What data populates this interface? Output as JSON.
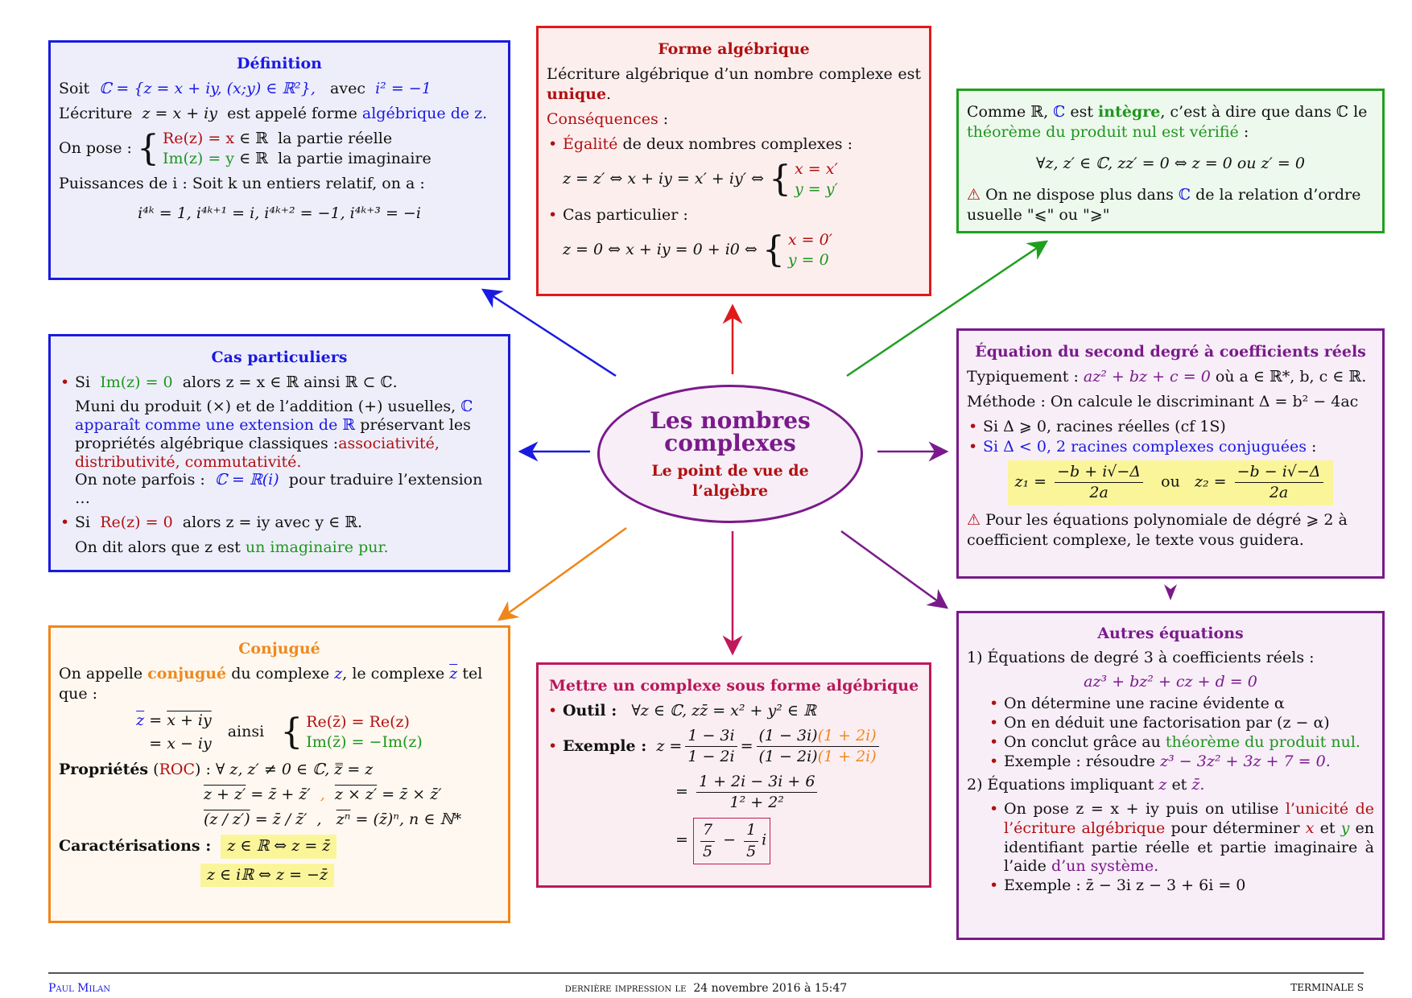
{
  "center": {
    "title_line1": "Les nombres",
    "title_line2": "complexes",
    "subtitle_line1": "Le point de vue de",
    "subtitle_line2": "l’algèbre"
  },
  "definition": {
    "title": "Définition",
    "line1_prefix": "Soit",
    "line1_set": "ℂ = {z = x + iy,  (x;y) ∈ ℝ²},",
    "line1_avec": "avec",
    "line1_i2": "i² = −1",
    "line2_prefix": "L’écriture",
    "line2_formula": "z = x + iy",
    "line2_text": "est appelé forme",
    "line2_link": "algébrique de z.",
    "on_pose": "On pose :",
    "re_formula": "Re(z) = x",
    "re_set": "∈ ℝ",
    "re_label": "la partie réelle",
    "im_formula": "Im(z) = y",
    "im_set": "∈ ℝ",
    "im_label": "la partie imaginaire",
    "powers_intro": "Puissances de i : Soit  k un entiers relatif, on a :",
    "powers": "i⁴ᵏ = 1,   i⁴ᵏ⁺¹ = i,   i⁴ᵏ⁺² = −1,   i⁴ᵏ⁺³ = −i"
  },
  "forme_algebrique": {
    "title": "Forme algébrique",
    "intro": "L’écriture algébrique d’un nombre complexe est",
    "unique": "unique",
    "consequences": "Conséquences",
    "egalite_word": "Égalité",
    "egalite_text": "de deux nombres complexes :",
    "eq1": "z = z′  ⇔  x + iy = x′ + iy′  ⇔",
    "sys1_a": "x = x′",
    "sys1_b": "y = y′",
    "cas_particulier": "Cas particulier :",
    "eq2": "z = 0  ⇔  x + iy = 0 + i0  ⇔",
    "sys2_a": "x = 0′",
    "sys2_b": "y = 0"
  },
  "integre": {
    "line1_a": "Comme ℝ,",
    "line1_c": "ℂ",
    "line1_b": "est",
    "integre_word": "intègre",
    "line1_d": ", c’est à dire que dans ℂ le",
    "theoreme": "théorème du produit nul est vérifié",
    "colon": " :",
    "formula": "∀z, z′ ∈ ℂ,    zz′ = 0  ⇔  z = 0  ou  z′ = 0",
    "warning_icon": "warning-triangle",
    "warning_text_a": "On ne dispose plus dans",
    "warning_c": "ℂ",
    "warning_text_b": "de la relation d’ordre usuelle \"⩽\" ou \"⩾\""
  },
  "cas_particuliers": {
    "title": "Cas particuliers",
    "b1_si": "Si",
    "b1_cond": "Im(z) = 0",
    "b1_rest": "alors  z = x ∈ ℝ  ainsi  ℝ ⊂ ℂ.",
    "para_a": "Muni du produit (×) et de l’addition (+) usuelles,",
    "para_link": "ℂ apparaît comme une extension de ℝ",
    "para_b": "préservant les propriétés algébrique classiques :",
    "para_props": "associativité, distributivité, commutativité.",
    "note": "On note parfois :",
    "note_formula": "ℂ = ℝ(i)",
    "note_rest": "pour traduire l’extension …",
    "b2_si": "Si",
    "b2_cond": "Re(z) = 0",
    "b2_rest": "alors  z = iy  avec  y ∈ ℝ.",
    "conclusion_a": "On dit alors que z est",
    "conclusion_b": "un imaginaire pur."
  },
  "second_degre": {
    "title": "Équation du second degré à coefficients réels",
    "typ_label": "Typiquement :",
    "typ_formula": "az² + bz + c = 0",
    "typ_rest": "où  a ∈ ℝ*, b, c ∈ ℝ.",
    "methode": "Méthode : On calcule le discriminant  Δ = b² − 4ac",
    "b1": "Si  Δ ⩾ 0,  racines réelles (cf 1S)",
    "b2": "Si  Δ < 0,  2 racines complexes conjuguées",
    "z1_label": "z₁ =",
    "z1_num": "−b + i√−Δ",
    "z1_den": "2a",
    "ou": "ou",
    "z2_label": "z₂ =",
    "z2_num": "−b − i√−Δ",
    "z2_den": "2a",
    "warning": "Pour les équations polynomiale de dégré ⩾ 2 à coefficient complexe, le texte vous guidera."
  },
  "conjugue": {
    "title": "Conjugué",
    "intro_a": "On appelle",
    "intro_word": "conjugué",
    "intro_b": "du complexe",
    "intro_z": "z",
    "intro_c": ", le complexe",
    "intro_zbar": "z",
    "intro_d": "tel que :",
    "eq_l1_lhs": "z",
    "eq_l1_rhs": "x + iy",
    "eq_l2": "= x − iy",
    "ainsi": "ainsi",
    "re_line": "Re(z̄) = Re(z)",
    "im_line": "Im(z̄) = −Im(z)",
    "prop_label": "Propriétés",
    "roc": "ROC",
    "prop_l1": "∀ z, z′ ≠ 0 ∈ ℂ,    z̿ = z",
    "prop_l2a": "z + z′",
    "prop_l2b": "= z̄ + z̄′",
    "prop_l2c": "z × z′",
    "prop_l2d": "= z̄ × z̄′",
    "prop_l3a": "(z / z′)",
    "prop_l3b": "= z̄ / z̄′",
    "prop_l3c": "zⁿ",
    "prop_l3d": "= (z̄)ⁿ,   n ∈ ℕ*",
    "carac_label": "Caractérisations :",
    "carac1": "z ∈ ℝ  ⇔  z = z̄",
    "carac2": "z ∈ iℝ  ⇔  z = −z̄"
  },
  "mettre_forme": {
    "title": "Mettre un complexe sous forme algébrique",
    "outil_label": "Outil :",
    "outil_formula": "∀z ∈ ℂ,  zz̄ = x² + y² ∈ ℝ",
    "exemple_label": "Exemple :",
    "ex_z": "z =",
    "ex_f1_num": "1 − 3i",
    "ex_f1_den": "1 − 2i",
    "ex_f2_num_a": "(1 − 3i)",
    "ex_f2_num_b": "(1 + 2i)",
    "ex_f2_den_a": "(1 − 2i)",
    "ex_f2_den_b": "(1 + 2i)",
    "ex_f3_num": "1 + 2i − 3i + 6",
    "ex_f3_den": "1² + 2²",
    "result_a_num": "7",
    "result_a_den": "5",
    "result_b_num": "1",
    "result_b_den": "5"
  },
  "autres": {
    "title": "Autres équations",
    "s1": "1)  Équations de degré 3 à coefficients réels :",
    "s1_formula": "az³ + bz² + cz + d = 0",
    "s1_b1": "On détermine une racine évidente α",
    "s1_b2": "On en déduit une factorisation par (z − α)",
    "s1_b3_a": "On conclut grâce au",
    "s1_b3_link": "théorème du produit nul.",
    "s1_b4_a": "Exemple : résoudre",
    "s1_b4_formula": "z³ − 3z² + 3z + 7 = 0.",
    "s2_a": "2)  Équations impliquant",
    "s2_z": "z",
    "s2_et": "et",
    "s2_zbar": "z̄.",
    "s2_b1_a": "On pose  z = x + iy  puis on utilise",
    "s2_b1_red": "l’unicité de l’écriture algébrique",
    "s2_b1_b": "pour déterminer",
    "s2_b1_x": "x",
    "s2_b1_et": "et",
    "s2_b1_y": "y",
    "s2_b1_c": "en identifiant partie réelle et partie imaginaire à l’aide",
    "s2_b1_purple": "d’un système.",
    "s2_b2": "Exemple :  z̄ − 3i z − 3 + 6i = 0"
  },
  "footer": {
    "author": "Paul Milan",
    "print_label": "dernière impression le",
    "print_date": "24 novembre 2016  à  15:47",
    "level": "terminale s"
  },
  "colors": {
    "blue": "#1a1ae0",
    "red": "#e01a1a",
    "green": "#1ea01e",
    "purple": "#7a1a8a",
    "orange": "#f0861a",
    "crimson": "#c0185a",
    "highlight": "#fbf59a"
  }
}
